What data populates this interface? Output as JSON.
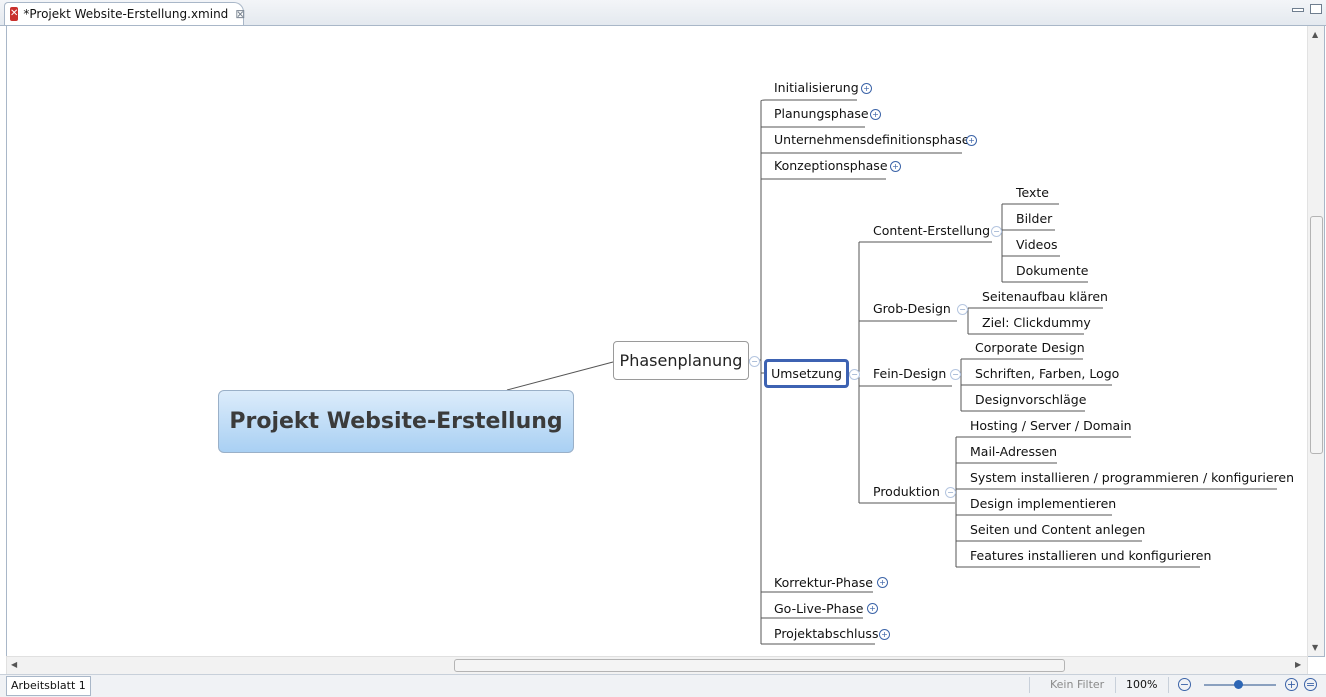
{
  "tab": {
    "title": "*Projekt Website-Erstellung.xmind",
    "close_icon": "close-icon"
  },
  "central": "Projekt Website-Erstellung",
  "main_topic": "Phasenplanung",
  "phases": {
    "initialisierung": "Initialisierung",
    "planungsphase": "Planungsphase",
    "unternehmens": "Unternehmensdefinitionsphase",
    "konzeption": "Konzeptionsphase",
    "umsetzung": "Umsetzung",
    "korrektur": "Korrektur-Phase",
    "golive": "Go-Live-Phase",
    "abschluss": "Projektabschluss"
  },
  "umsetzung": {
    "content": {
      "label": "Content-Erstellung",
      "items": [
        "Texte",
        "Bilder",
        "Videos",
        "Dokumente"
      ]
    },
    "grob": {
      "label": "Grob-Design",
      "items": [
        "Seitenaufbau klären",
        "Ziel: Clickdummy"
      ]
    },
    "fein": {
      "label": "Fein-Design",
      "items": [
        "Corporate Design",
        "Schriften, Farben, Logo",
        "Designvorschläge"
      ]
    },
    "produktion": {
      "label": "Produktion",
      "items": [
        "Hosting / Server / Domain",
        "Mail-Adressen",
        "System installieren / programmieren / konfigurieren",
        "Design implementieren",
        "Seiten und Content anlegen",
        "Features installieren und konfigurieren"
      ]
    }
  },
  "status": {
    "sheet": "Arbeitsblatt 1",
    "filter": "Kein Filter",
    "zoom": "100%"
  },
  "colors": {
    "selected_border": "#3d62b2",
    "central_fill": "#bcdcf7"
  }
}
